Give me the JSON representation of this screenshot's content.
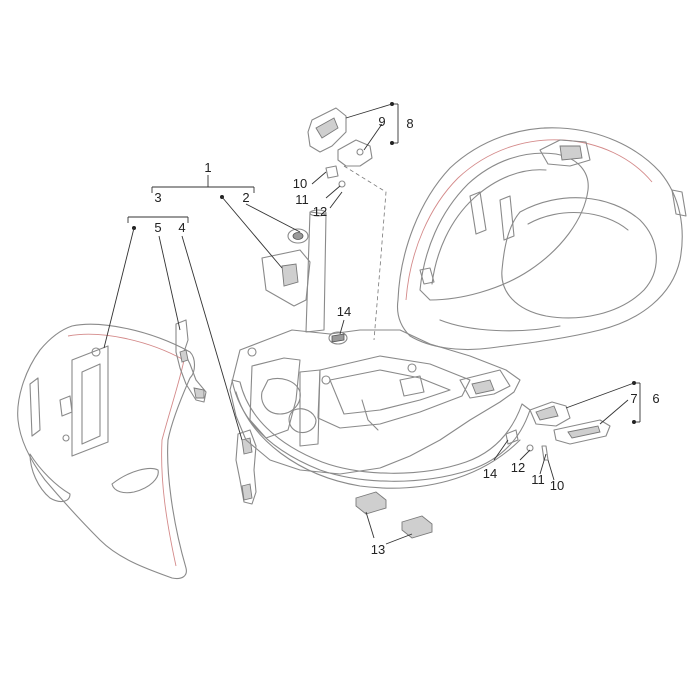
{
  "callouts": {
    "c1": "1",
    "c2": "2",
    "c3": "3",
    "c4": "4",
    "c5": "5",
    "c6": "6",
    "c7": "7",
    "c8": "8",
    "c9": "9",
    "c10_top": "10",
    "c11_top": "11",
    "c12_top": "12",
    "c10_right": "10",
    "c11_right": "11",
    "c12_right": "12",
    "c13": "13",
    "c14_mid": "14",
    "c14_right": "14"
  },
  "colors": {
    "stroke": "#8a8a8a",
    "accent_lines": "#d48a8a",
    "text": "#222222"
  }
}
